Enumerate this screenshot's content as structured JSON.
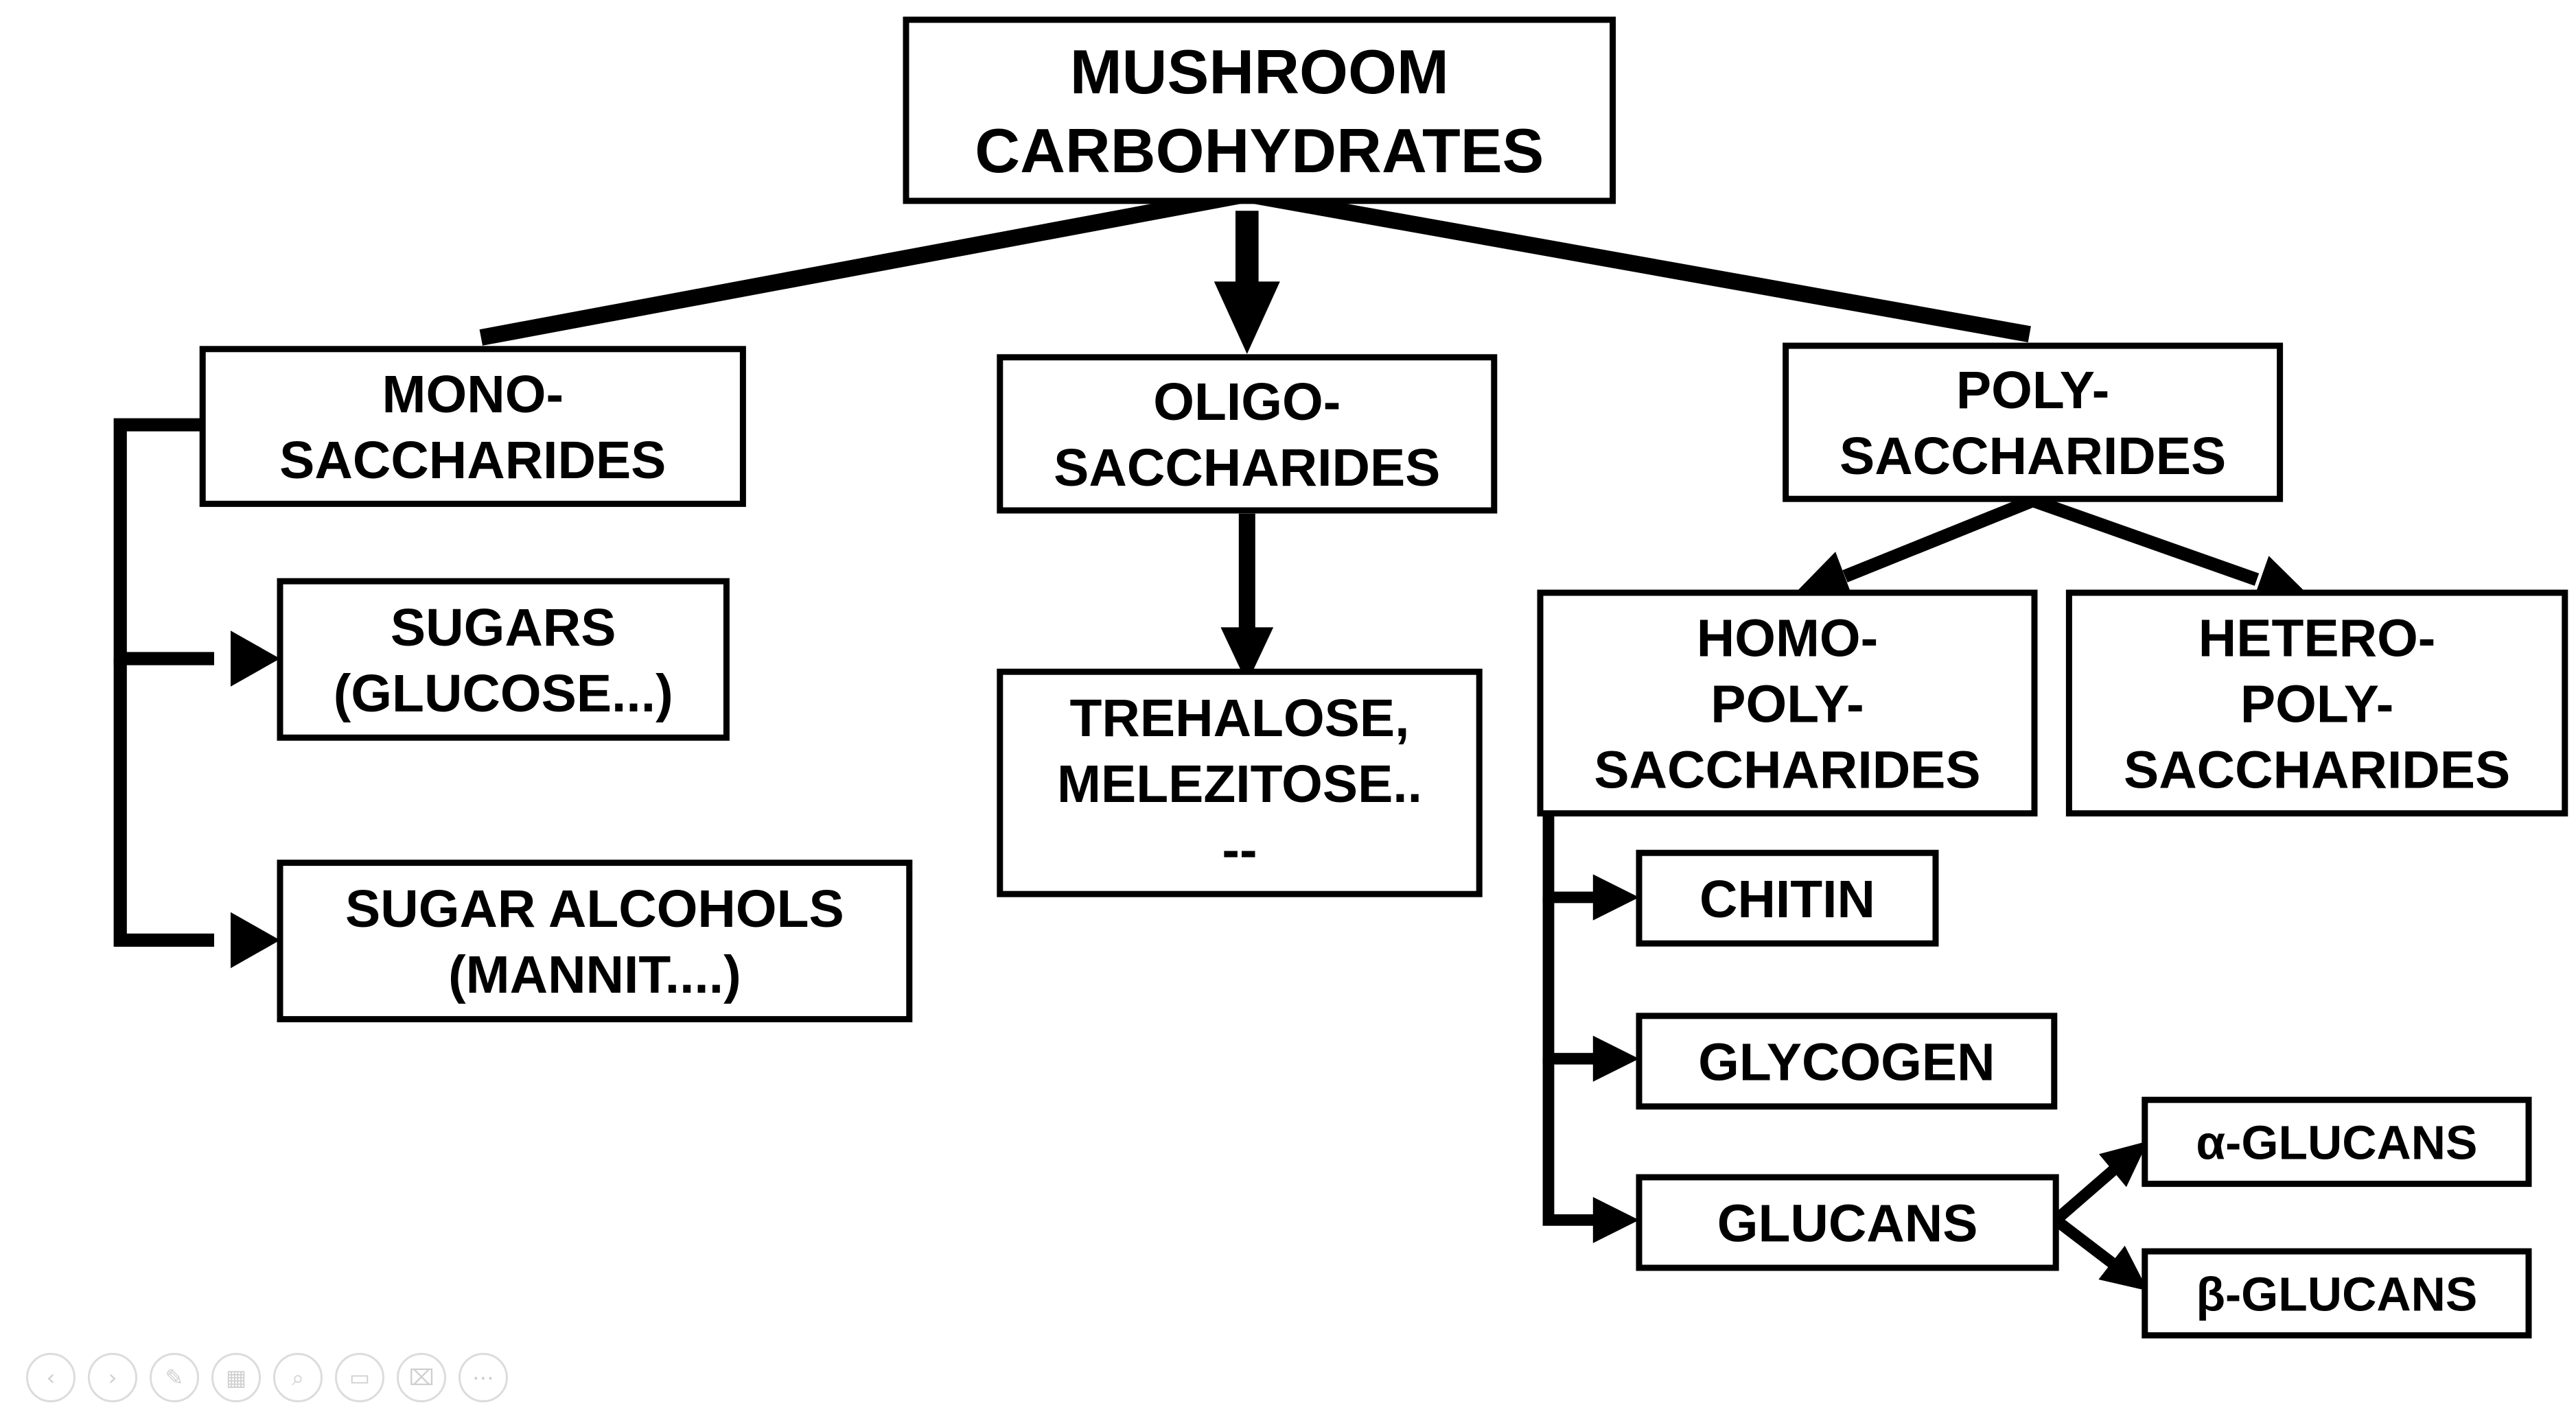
{
  "diagram": {
    "nodes": {
      "root": [
        "MUSHROOM",
        "CARBOHYDRATES"
      ],
      "mono": [
        "MONO-",
        "SACCHARIDES"
      ],
      "oligo": [
        "OLIGO-",
        "SACCHARIDES"
      ],
      "poly": [
        "POLY-",
        "SACCHARIDES"
      ],
      "sugars": [
        "SUGARS",
        "(GLUCOSE...)"
      ],
      "sugar_alcohols": [
        "SUGAR ALCOHOLS",
        "(MANNIT....)"
      ],
      "trehalose": [
        "TREHALOSE,",
        "MELEZITOSE..",
        "--"
      ],
      "homo": [
        "HOMO-",
        "POLY-",
        "SACCHARIDES"
      ],
      "hetero": [
        "HETERO-",
        "POLY-",
        "SACCHARIDES"
      ],
      "chitin": [
        "CHITIN"
      ],
      "glycogen": [
        "GLYCOGEN"
      ],
      "glucans": [
        "GLUCANS"
      ],
      "alpha_glucans": [
        "α-GLUCANS"
      ],
      "beta_glucans": [
        "β-GLUCANS"
      ]
    },
    "edges": [
      [
        "root",
        "mono"
      ],
      [
        "root",
        "oligo"
      ],
      [
        "root",
        "poly"
      ],
      [
        "mono",
        "sugars"
      ],
      [
        "mono",
        "sugar_alcohols"
      ],
      [
        "oligo",
        "trehalose"
      ],
      [
        "poly",
        "homo"
      ],
      [
        "poly",
        "hetero"
      ],
      [
        "homo",
        "chitin"
      ],
      [
        "homo",
        "glycogen"
      ],
      [
        "homo",
        "glucans"
      ],
      [
        "glucans",
        "alpha_glucans"
      ],
      [
        "glucans",
        "beta_glucans"
      ]
    ]
  },
  "toolbar": {
    "buttons": [
      {
        "name": "previous-slide-button",
        "icon": "arrow-left-icon"
      },
      {
        "name": "next-slide-button",
        "icon": "arrow-right-icon"
      },
      {
        "name": "pen-button",
        "icon": "pen-icon"
      },
      {
        "name": "slide-sorter-button",
        "icon": "slides-icon"
      },
      {
        "name": "zoom-button",
        "icon": "magnifier-icon"
      },
      {
        "name": "subtitles-button",
        "icon": "subtitles-icon"
      },
      {
        "name": "camera-button",
        "icon": "camera-off-icon"
      },
      {
        "name": "more-options-button",
        "icon": "more-icon"
      }
    ]
  }
}
